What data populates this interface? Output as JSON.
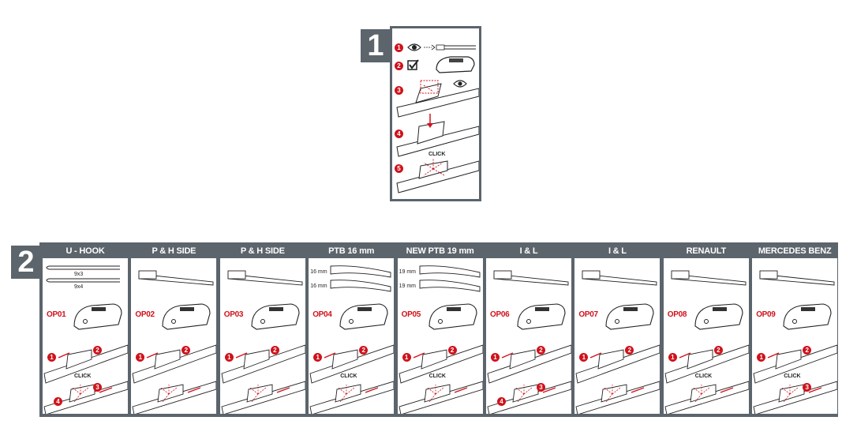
{
  "step1": {
    "badge": "1",
    "rows": [
      {
        "num": "1",
        "icon": "eye-icon"
      },
      {
        "num": "2",
        "icon": "checkbox-icon"
      },
      {
        "num": "3",
        "icon": "eye-icon"
      },
      {
        "num": "4",
        "icon": "arrow-down-icon"
      },
      {
        "num": "5",
        "icon": "click-icon"
      }
    ],
    "click_label": "CLICK"
  },
  "step2": {
    "badge": "2",
    "panels": [
      {
        "title": "U - HOOK",
        "code": "OP01",
        "dims": [
          "9x3",
          "9x4"
        ],
        "nums": [
          "1",
          "2",
          "3",
          "4"
        ],
        "click": "CLICK"
      },
      {
        "title": "P & H SIDE",
        "code": "OP02",
        "dims": [],
        "nums": [
          "1",
          "2"
        ],
        "click": ""
      },
      {
        "title": "P & H SIDE",
        "code": "OP03",
        "dims": [],
        "nums": [
          "1",
          "2"
        ],
        "click": ""
      },
      {
        "title": "PTB 16 mm",
        "code": "OP04",
        "dims": [
          "16 mm",
          "16 mm"
        ],
        "nums": [
          "1",
          "2"
        ],
        "click": "CLICK"
      },
      {
        "title": "NEW PTB 19 mm",
        "code": "OP05",
        "dims": [
          "19 mm",
          "19 mm"
        ],
        "nums": [
          "1",
          "2"
        ],
        "click": "CLICK"
      },
      {
        "title": "I & L",
        "code": "OP06",
        "dims": [],
        "nums": [
          "1",
          "2",
          "3",
          "4"
        ],
        "click": ""
      },
      {
        "title": "I & L",
        "code": "OP07",
        "dims": [],
        "nums": [
          "1",
          "2"
        ],
        "click": ""
      },
      {
        "title": "RENAULT",
        "code": "OP08",
        "dims": [],
        "nums": [
          "1",
          "2"
        ],
        "click": "CLICK"
      },
      {
        "title": "MERCEDES BENZ",
        "code": "OP09",
        "dims": [],
        "nums": [
          "1",
          "2",
          "3"
        ],
        "click": "CLICK"
      }
    ]
  },
  "colors": {
    "frame": "#5c646c",
    "accent": "#d0121b"
  }
}
